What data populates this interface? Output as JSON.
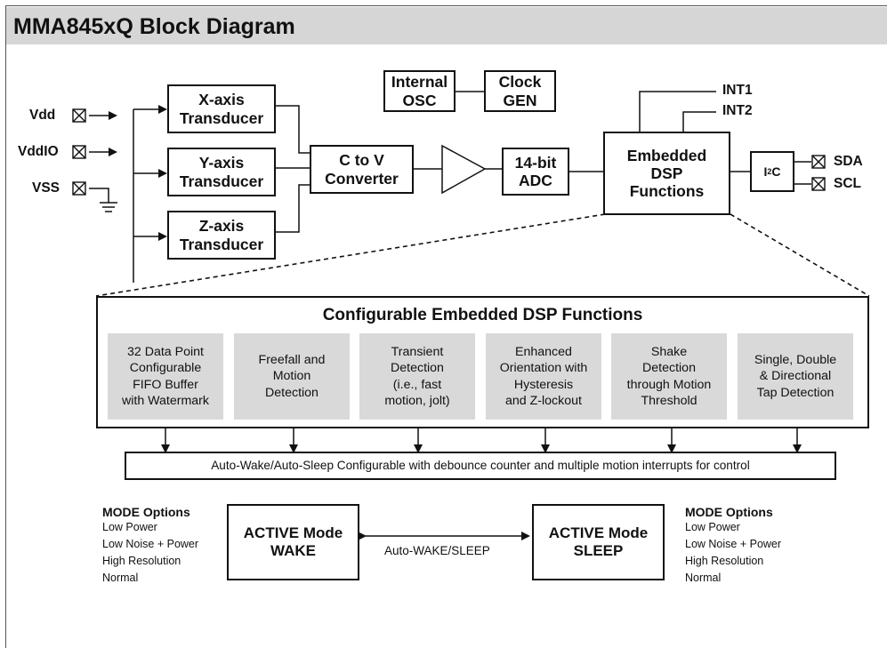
{
  "title": "MMA845xQ Block Diagram",
  "pins": {
    "vdd": "Vdd",
    "vddio": "VddIO",
    "vss": "VSS",
    "int1": "INT1",
    "int2": "INT2",
    "sda": "SDA",
    "scl": "SCL"
  },
  "blocks": {
    "x_axis": "X-axis\nTransducer",
    "y_axis": "Y-axis\nTransducer",
    "z_axis": "Z-axis\nTransducer",
    "internal_osc": "Internal\nOSC",
    "clock_gen": "Clock\nGEN",
    "c_to_v": "C to V\nConverter",
    "adc": "14-bit\nADC",
    "dsp": "Embedded\nDSP\nFunctions",
    "i2c_base": "I",
    "i2c_sup": "2",
    "i2c_end": "C"
  },
  "dsp_panel": {
    "title": "Configurable Embedded DSP Functions",
    "functions": [
      "32 Data Point\nConfigurable\nFIFO Buffer\nwith Watermark",
      "Freefall and\nMotion\nDetection",
      "Transient\nDetection\n(i.e., fast\nmotion, jolt)",
      "Enhanced\nOrientation with\nHysteresis\nand Z-lockout",
      "Shake\nDetection\nthrough Motion\nThreshold",
      "Single, Double\n& Directional\nTap Detection"
    ]
  },
  "auto_wake_bar": "Auto-Wake/Auto-Sleep Configurable with debounce counter and multiple motion interrupts for control",
  "modes": {
    "wake_box": "ACTIVE Mode\nWAKE",
    "sleep_box": "ACTIVE Mode\nSLEEP",
    "link_label": "Auto-WAKE/SLEEP",
    "left_heading": "MODE Options",
    "left_options": "Low Power\nLow Noise + Power\nHigh Resolution\nNormal",
    "right_heading": "MODE Options",
    "right_options": "Low Power\nLow Noise + Power\nHigh Resolution\nNormal"
  },
  "colors": {
    "panel_gray": "#d9d9d9",
    "title_bar": "#d6d6d6",
    "line": "#111111"
  }
}
